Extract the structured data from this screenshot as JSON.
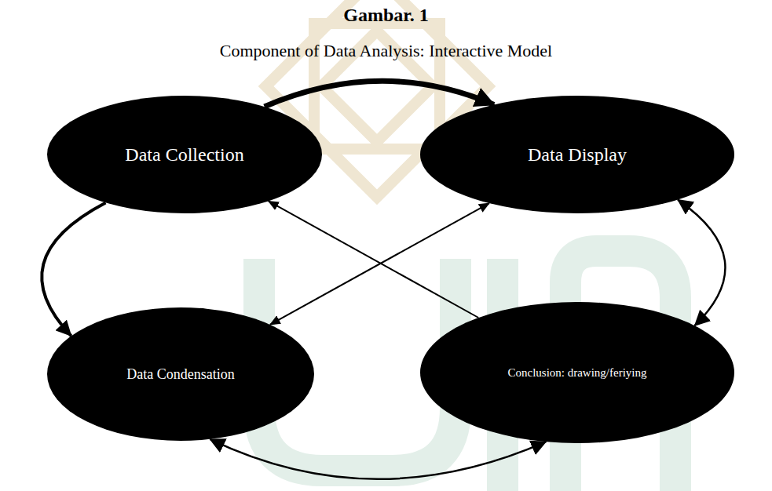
{
  "diagram": {
    "title": "Gambar. 1",
    "nodes": [
      {
        "text": [
          "Data Collection"
        ]
      },
      {
        "text": [
          "Data Display"
        ]
      },
      {
        "text": [
          "Data Condensation"
        ]
      },
      {
        "text": [
          "Conclusion: drawing/feriying"
        ]
      }
    ],
    "edges": [
      {
        "from": 0,
        "to": 1,
        "arrow": "to"
      },
      {
        "from": 0,
        "to": 2,
        "arrow": "to"
      },
      {
        "from": 1,
        "to": 3,
        "arrow": "both"
      },
      {
        "from": 2,
        "to": 3,
        "arrow": "both"
      },
      {
        "from": 3,
        "to": 0,
        "arrow": "to"
      },
      {
        "from": 2,
        "to": 1,
        "arrow": "both"
      }
    ],
    "labels": [
      "Component of Data Analysis: Interactive Model"
    ]
  }
}
